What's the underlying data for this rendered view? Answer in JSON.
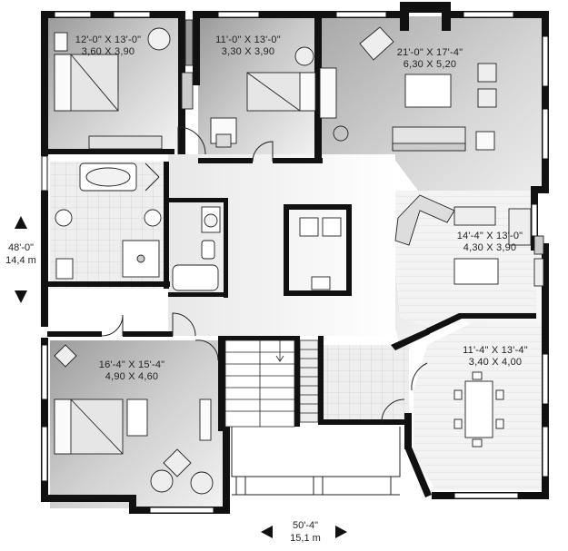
{
  "rooms": {
    "bedroom_nw": {
      "imperial": "12'-0\" X 13'-0\"",
      "metric": "3,60 X 3,90"
    },
    "bedroom_n": {
      "imperial": "11'-0\" X 13'-0\"",
      "metric": "3,30 X 3,90"
    },
    "living": {
      "imperial": "21'-0\" X 17'-4\"",
      "metric": "6,30 X 5,20"
    },
    "kitchen": {
      "imperial": "14'-4\" X 13'-0\"",
      "metric": "4,30 X 3,90"
    },
    "master": {
      "imperial": "16'-4\" X 15'-4\"",
      "metric": "4,90 X 4,60"
    },
    "dining": {
      "imperial": "11'-4\" X 13'-4\"",
      "metric": "3,40 X 4,00"
    }
  },
  "overall": {
    "depth": {
      "imperial": "48'-0\"",
      "metric": "14,4 m"
    },
    "width": {
      "imperial": "50'-4\"",
      "metric": "15,1 m"
    }
  }
}
